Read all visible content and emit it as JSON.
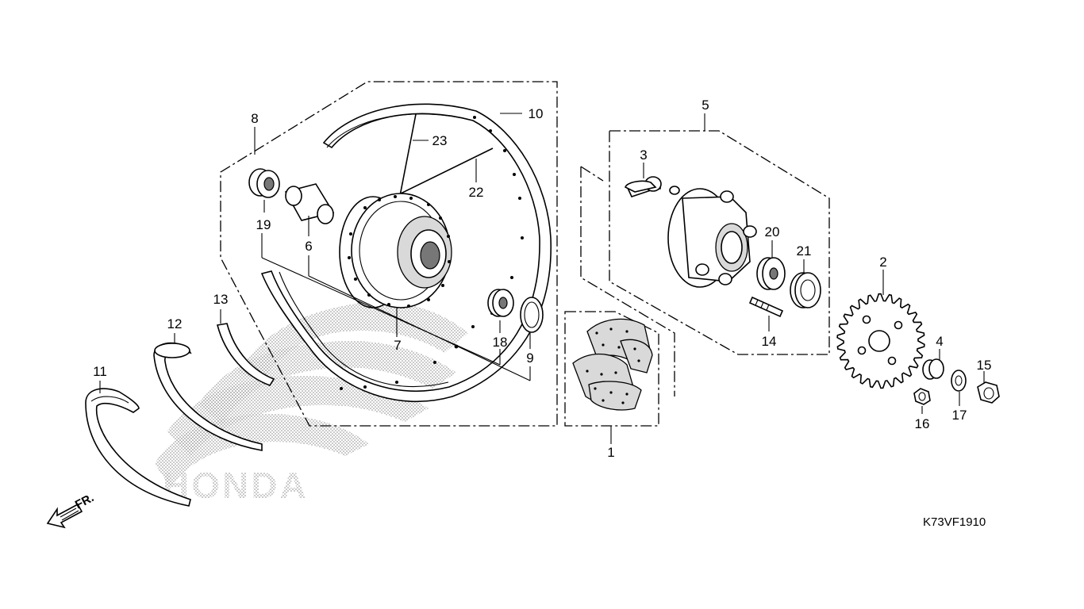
{
  "diagram": {
    "code": "K73VF1910",
    "direction_label": "FR.",
    "watermark": "HONDA",
    "callouts": [
      {
        "id": "1",
        "text": "1"
      },
      {
        "id": "2",
        "text": "2"
      },
      {
        "id": "3",
        "text": "3"
      },
      {
        "id": "4",
        "text": "4"
      },
      {
        "id": "5",
        "text": "5"
      },
      {
        "id": "6",
        "text": "6"
      },
      {
        "id": "7",
        "text": "7"
      },
      {
        "id": "8",
        "text": "8"
      },
      {
        "id": "9",
        "text": "9"
      },
      {
        "id": "10",
        "text": "10"
      },
      {
        "id": "11",
        "text": "11"
      },
      {
        "id": "12",
        "text": "12"
      },
      {
        "id": "13",
        "text": "13"
      },
      {
        "id": "14",
        "text": "14"
      },
      {
        "id": "15",
        "text": "15"
      },
      {
        "id": "16",
        "text": "16"
      },
      {
        "id": "17",
        "text": "17"
      },
      {
        "id": "18",
        "text": "18"
      },
      {
        "id": "19",
        "text": "19"
      },
      {
        "id": "20",
        "text": "20"
      },
      {
        "id": "21",
        "text": "21"
      },
      {
        "id": "22",
        "text": "22"
      },
      {
        "id": "23",
        "text": "23"
      }
    ]
  }
}
